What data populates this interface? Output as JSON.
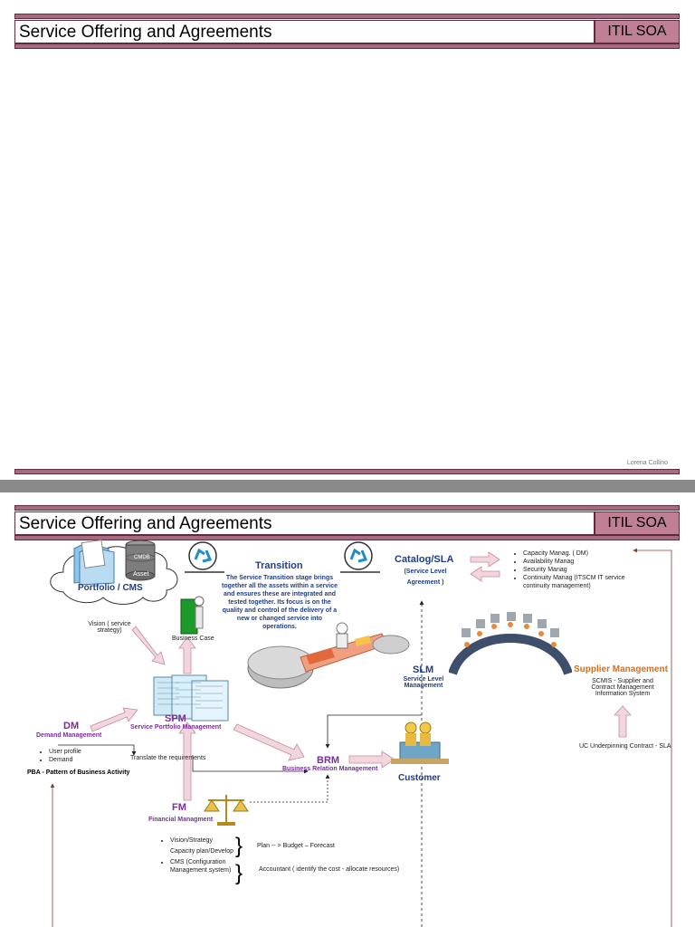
{
  "slide1": {
    "title": "Service Offering and Agreements",
    "tag": "ITIL SOA",
    "author": "Lorena Collino"
  },
  "slide2": {
    "title": "Service Offering and Agreements",
    "tag": "ITIL SOA",
    "portfolio": {
      "label": "Portfolio / CMS",
      "db_label1": "CMDB",
      "db_label2": "Asset"
    },
    "transition": {
      "title": "Transition",
      "text": "The Service Transition stage brings together all the assets within a service and ensures these are integrated and tested together. Its focus is on the quality and control of the delivery of a new or changed service into operations."
    },
    "catalog": {
      "title": "Catalog/SLA",
      "sub": "(Service Level Agreement )"
    },
    "catalog_list": [
      "Capacity Manag. ( DM)",
      "Availability Manag",
      "Security Manag",
      "Continuity Manag (ITSCM IT service continuity management)"
    ],
    "vision": "Vision ( service strategy)",
    "business_case": "Business Case",
    "spm": {
      "abbr": "SPM",
      "full": "Service Portfolio Management"
    },
    "dm": {
      "abbr": "DM",
      "full": "Demand Management",
      "items": [
        "User profile",
        "Demand"
      ]
    },
    "translate": "Translate the requirements",
    "pba": "PBA -  Pattern of Business Activity",
    "slm": {
      "abbr": "SLM",
      "full": "Service Level Management"
    },
    "brm": {
      "abbr": "BRM",
      "full": "Business Relation Management"
    },
    "customer": "Customer",
    "supplier": {
      "title": "Supplier Management",
      "sub": "SCMIS - Supplier and Contract Management Information System",
      "uc": "UC Underpinning Contract - SLA"
    },
    "fm": {
      "abbr": "FM",
      "full": "Financial Managment",
      "list1": [
        "Vision/Strategy",
        "Capacity plan/Develop"
      ],
      "list2": [
        "CMS (Configuration Management system)"
      ],
      "plan": "Plan -- > Budget – Forecast",
      "accountant": "Accountant ( identify the cost - allocate resources)"
    }
  }
}
